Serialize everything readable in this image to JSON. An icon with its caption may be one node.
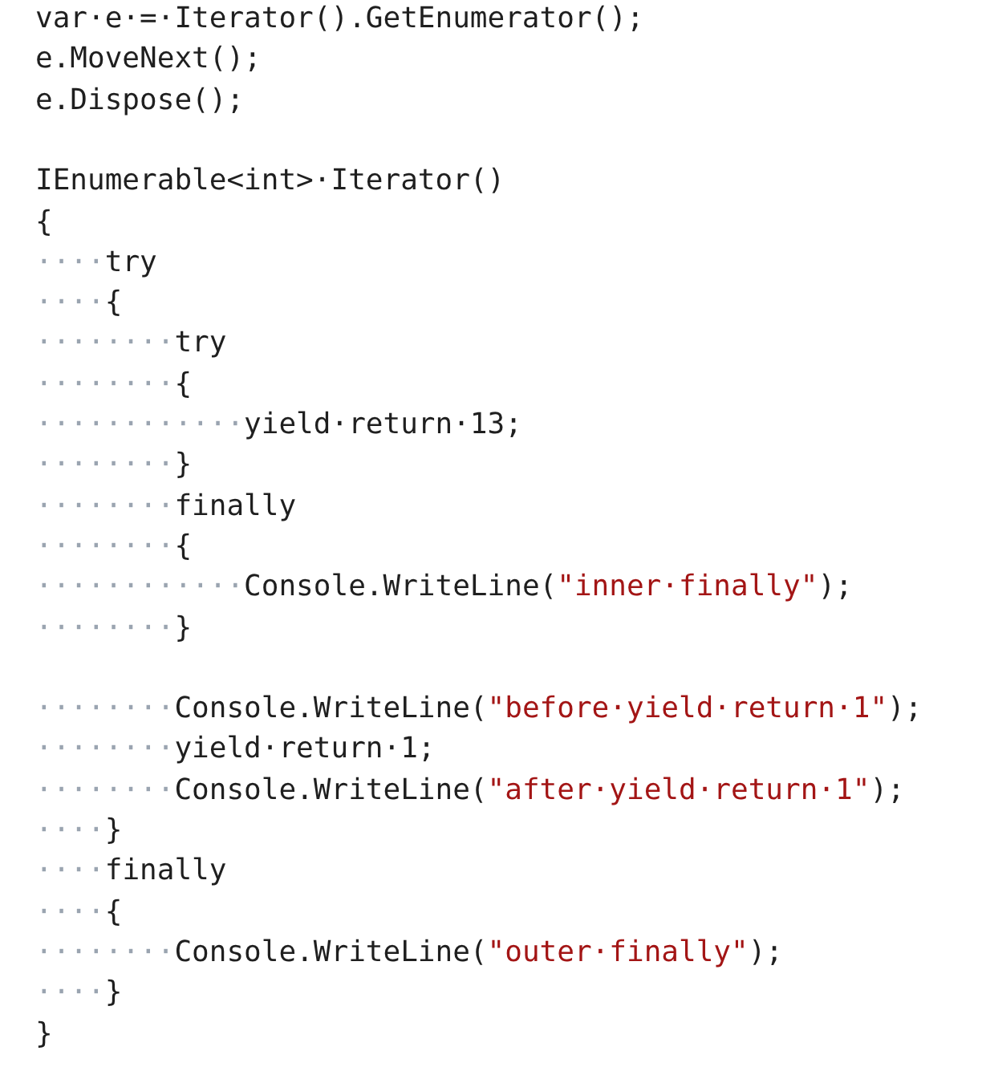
{
  "diagram": {
    "labels": [
      "var·e·=·Iterator().GetEnumerator();",
      "e.MoveNext();",
      "e.Dispose();",
      "IEnumerable<int>·Iterator()",
      "{",
      "····try",
      "····{",
      "········try",
      "········{",
      "············yield·return·13;",
      "········}",
      "········finally",
      "········{",
      "············Console.WriteLine(\"inner·finally\");",
      "········}",
      "········Console.WriteLine(\"before·yield·return·1\");",
      "········yield·return·1;",
      "········Console.WriteLine(\"after·yield·return·1\");",
      "····}",
      "····finally",
      "····{",
      "········Console.WriteLine(\"outer·finally\");",
      "····}",
      "}"
    ]
  }
}
